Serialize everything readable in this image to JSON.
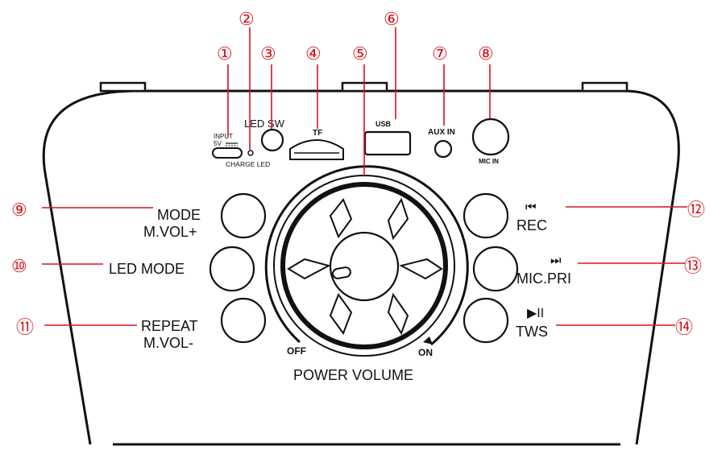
{
  "colors": {
    "outline": "#111111",
    "callout": "#d8141c",
    "background": "#ffffff"
  },
  "ports": {
    "input_label_1": "INPUT",
    "input_label_2": "5V",
    "charge_led": "CHARGE LED",
    "led_sw": "LED SW",
    "tf": "TF",
    "usb": "USB",
    "aux_in": "AUX IN",
    "mic_in": "MIC IN"
  },
  "buttons": {
    "mode_line1": "MODE",
    "mode_line2": "M.VOL+",
    "led_mode": "LED MODE",
    "repeat_line1": "REPEAT",
    "repeat_line2": "M.VOL-",
    "rec_icon": "⏮",
    "rec": "REC",
    "micpri_icon": "⏭",
    "micpri": "MIC.PRI",
    "tws_icon": "▶II",
    "tws": "TWS"
  },
  "knob": {
    "off": "OFF",
    "on": "ON",
    "caption": "POWER VOLUME"
  },
  "callouts": [
    {
      "num": "①",
      "name": "callout-1"
    },
    {
      "num": "②",
      "name": "callout-2"
    },
    {
      "num": "③",
      "name": "callout-3"
    },
    {
      "num": "④",
      "name": "callout-4"
    },
    {
      "num": "⑤",
      "name": "callout-5"
    },
    {
      "num": "⑥",
      "name": "callout-6"
    },
    {
      "num": "⑦",
      "name": "callout-7"
    },
    {
      "num": "⑧",
      "name": "callout-8"
    },
    {
      "num": "⑨",
      "name": "callout-9"
    },
    {
      "num": "⑩",
      "name": "callout-10"
    },
    {
      "num": "⑪",
      "name": "callout-11"
    },
    {
      "num": "⑫",
      "name": "callout-12"
    },
    {
      "num": "⑬",
      "name": "callout-13"
    },
    {
      "num": "⑭",
      "name": "callout-14"
    }
  ]
}
